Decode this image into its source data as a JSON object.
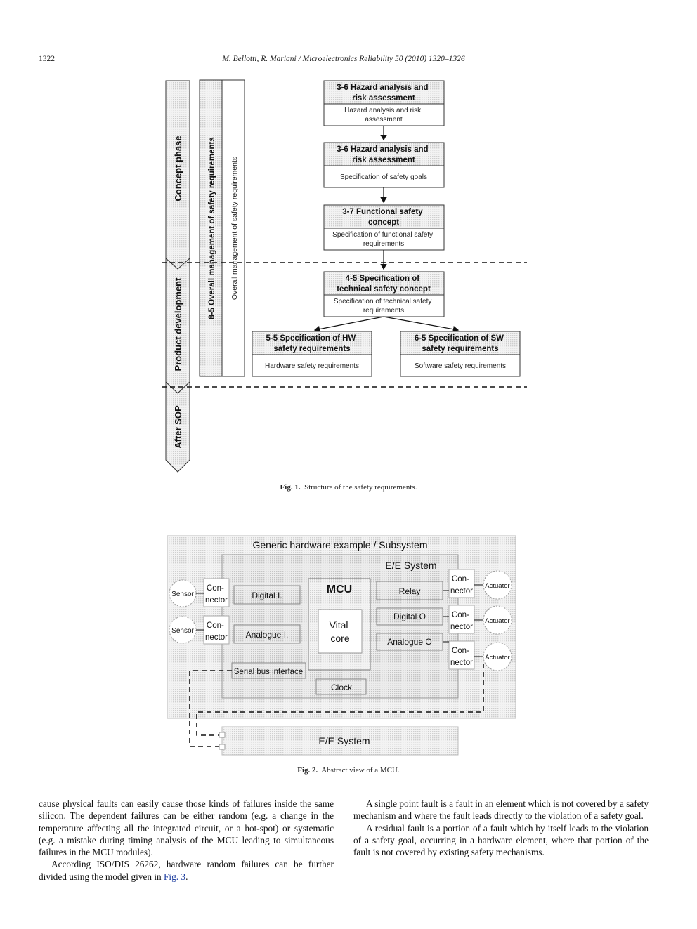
{
  "header": {
    "page_number": "1322",
    "running_title": "M. Bellotti, R. Mariani / Microelectronics Reliability 50 (2010) 1320–1326"
  },
  "figure1": {
    "phases": [
      "Concept phase",
      "Product development",
      "After SOP"
    ],
    "management_bold": "8-5 Overall management of safety requirements",
    "management_plain": "Overall management of safety requirements",
    "boxes": [
      {
        "title": [
          "3-6 Hazard analysis and",
          "risk assessment"
        ],
        "body": [
          "Hazard analysis and risk",
          "assessment"
        ]
      },
      {
        "title": [
          "3-6 Hazard analysis and",
          "risk assessment"
        ],
        "body": [
          "Specification of safety goals"
        ]
      },
      {
        "title": [
          "3-7 Functional safety",
          "concept"
        ],
        "body": [
          "Specification of functional safety",
          "requirements"
        ]
      },
      {
        "title": [
          "4-5 Specification of",
          "technical safety concept"
        ],
        "body": [
          "Specification of technical safety",
          "requirements"
        ]
      },
      {
        "title": [
          "5-5 Specification of HW",
          "safety requirements"
        ],
        "body": [
          "Hardware safety requirements"
        ]
      },
      {
        "title": [
          "6-5 Specification of SW",
          "safety requirements"
        ],
        "body": [
          "Software safety requirements"
        ]
      }
    ],
    "caption_label": "Fig. 1.",
    "caption_text": "Structure of the safety requirements."
  },
  "figure2": {
    "title": "Generic hardware example / Subsystem",
    "ee_system_label": "E/E System",
    "sensor": "Sensor",
    "connector": [
      "Con-",
      "nector"
    ],
    "digital_in": "Digital I.",
    "analogue_in": "Analogue I.",
    "serial": "Serial bus interface",
    "mcu": "MCU",
    "vital": [
      "Vital",
      "core"
    ],
    "clock": "Clock",
    "relay": "Relay",
    "digital_out": "Digital O",
    "analogue_out": "Analogue O",
    "actuator": "Actuator",
    "external_ee": "E/E System",
    "caption_label": "Fig. 2.",
    "caption_text": "Abstract view of a MCU."
  },
  "body": {
    "left_p1": "cause physical faults can easily cause those kinds of failures inside the same silicon. The dependent failures can be either random (e.g. a change in the temperature affecting all the integrated circuit, or a hot-spot) or systematic (e.g. a mistake during timing analysis of the MCU leading to simultaneous failures in the MCU modules).",
    "left_p2": "According ISO/DIS 26262, hardware random failures can be further divided using the model given in",
    "left_p2_link": "Fig. 3",
    "left_p2_end": ".",
    "right_p1": "A single point fault is a fault in an element which is not covered by a safety mechanism and where the fault leads directly to the violation of a safety goal.",
    "right_p2": "A residual fault is a portion of a fault which by itself leads to the violation of a safety goal, occurring in a hardware element, where that portion of the fault is not covered by existing safety mechanisms."
  }
}
